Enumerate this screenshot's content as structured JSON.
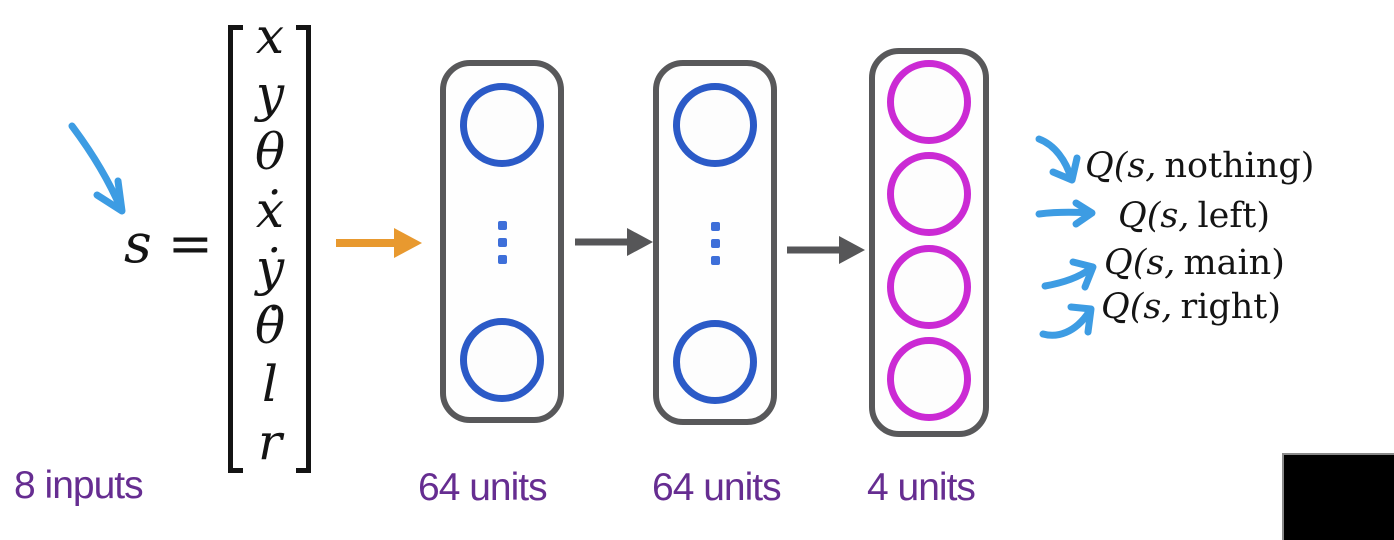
{
  "colors": {
    "node-blue": "#2b5ac7",
    "dots-blue": "#3e6fd9",
    "node-magenta": "#cb2ad4",
    "frame-gray": "#58585a",
    "arrow-gray": "#565658",
    "arrow-orange": "#e8992f",
    "sketch-blue": "#3d9ce3",
    "label-purple": "#662d91",
    "ink": "#141414"
  },
  "input": {
    "label": "8 inputs",
    "state_symbol": "s",
    "equals": "=",
    "vector": [
      "x",
      "y",
      "θ",
      "ẋ",
      "ẏ",
      "θ̇",
      "l",
      "r"
    ]
  },
  "layers": [
    {
      "units_label": "64 units",
      "type": "hidden",
      "nodes_shown": 2,
      "ellipsis": true,
      "node_color": "#2b5ac7"
    },
    {
      "units_label": "64 units",
      "type": "hidden",
      "nodes_shown": 2,
      "ellipsis": true,
      "node_color": "#2b5ac7"
    },
    {
      "units_label": "4 units",
      "type": "output",
      "nodes_shown": 4,
      "ellipsis": false,
      "node_color": "#cb2ad4"
    }
  ],
  "outputs": [
    {
      "prefix": "Q(s,",
      "action": "nothing)"
    },
    {
      "prefix": "Q(s,",
      "action": "left)"
    },
    {
      "prefix": "Q(s,",
      "action": "main)"
    },
    {
      "prefix": "Q(s,",
      "action": "right)"
    }
  ]
}
